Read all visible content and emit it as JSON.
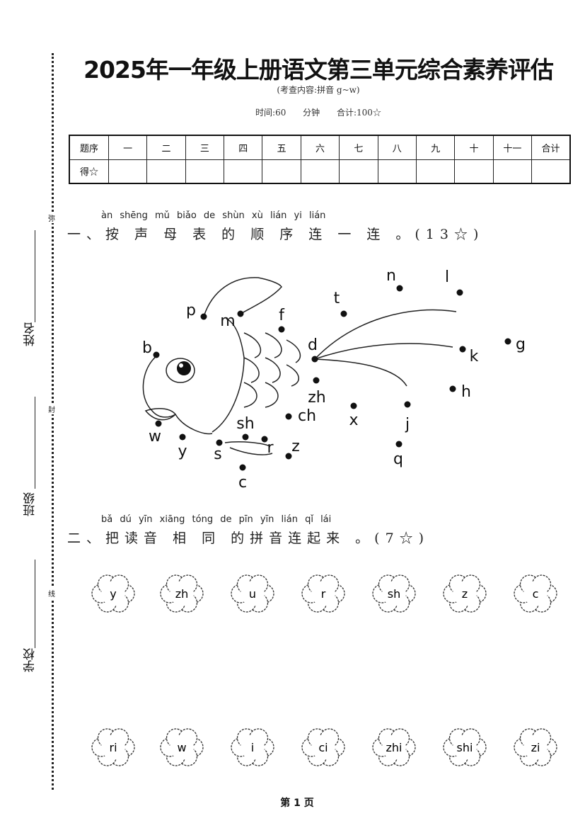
{
  "title": "2025年一年级上册语文第三单元综合素养评估",
  "subtitle": "(考查内容:拼音 g~w)",
  "time_info": "时间:60 分钟 合计:100☆",
  "score_table": {
    "header": [
      "题序",
      "一",
      "二",
      "三",
      "四",
      "五",
      "六",
      "七",
      "八",
      "九",
      "十",
      "十一",
      "合计"
    ],
    "row_label": "得☆"
  },
  "margin": {
    "name_label": "姓名",
    "class_label": "班级",
    "school_label": "学校",
    "seal_marks": [
      "弥",
      "封",
      "线"
    ]
  },
  "section1": {
    "pinyin": "àn shēng mǔ biǎo de shùn xù lián yi lián",
    "heading": "一、按 声 母 表 的 顺 序 连 一 连 。(13☆)",
    "letters": [
      "p",
      "m",
      "f",
      "t",
      "n",
      "l",
      "g",
      "k",
      "h",
      "d",
      "b",
      "zh",
      "ch",
      "x",
      "j",
      "q",
      "sh",
      "r",
      "z",
      "s",
      "c",
      "w",
      "y"
    ]
  },
  "section2": {
    "pinyin": "bǎ dú yīn xiāng tóng de pīn yīn lián qǐ lái",
    "heading": "二、把读音 相 同 的拼音连起来 。(7☆)",
    "row1": [
      "y",
      "zh",
      "u",
      "r",
      "sh",
      "z",
      "c"
    ],
    "row2": [
      "ri",
      "w",
      "i",
      "ci",
      "zhi",
      "shi",
      "zi"
    ]
  },
  "footer": "第 1 页"
}
